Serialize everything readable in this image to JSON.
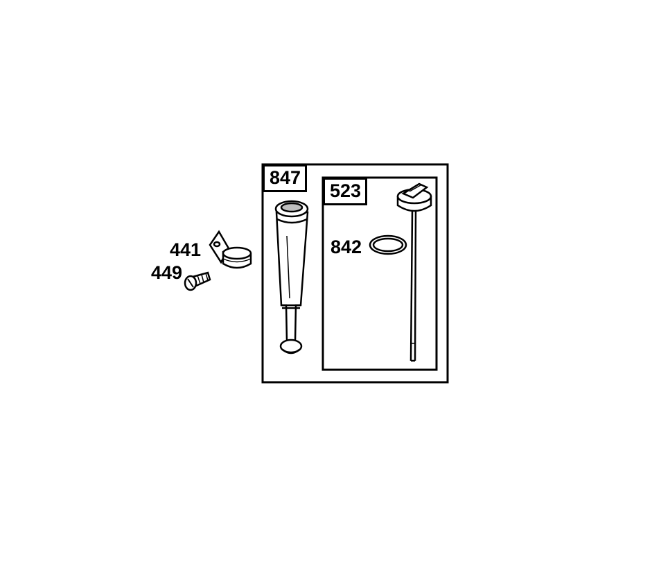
{
  "parts": {
    "p847": {
      "number": "847"
    },
    "p523": {
      "number": "523"
    },
    "p842": {
      "number": "842"
    },
    "p441": {
      "number": "441"
    },
    "p449": {
      "number": "449"
    }
  },
  "colors": {
    "line": "#000000",
    "background": "#ffffff",
    "shade": "#bfbfbf"
  }
}
